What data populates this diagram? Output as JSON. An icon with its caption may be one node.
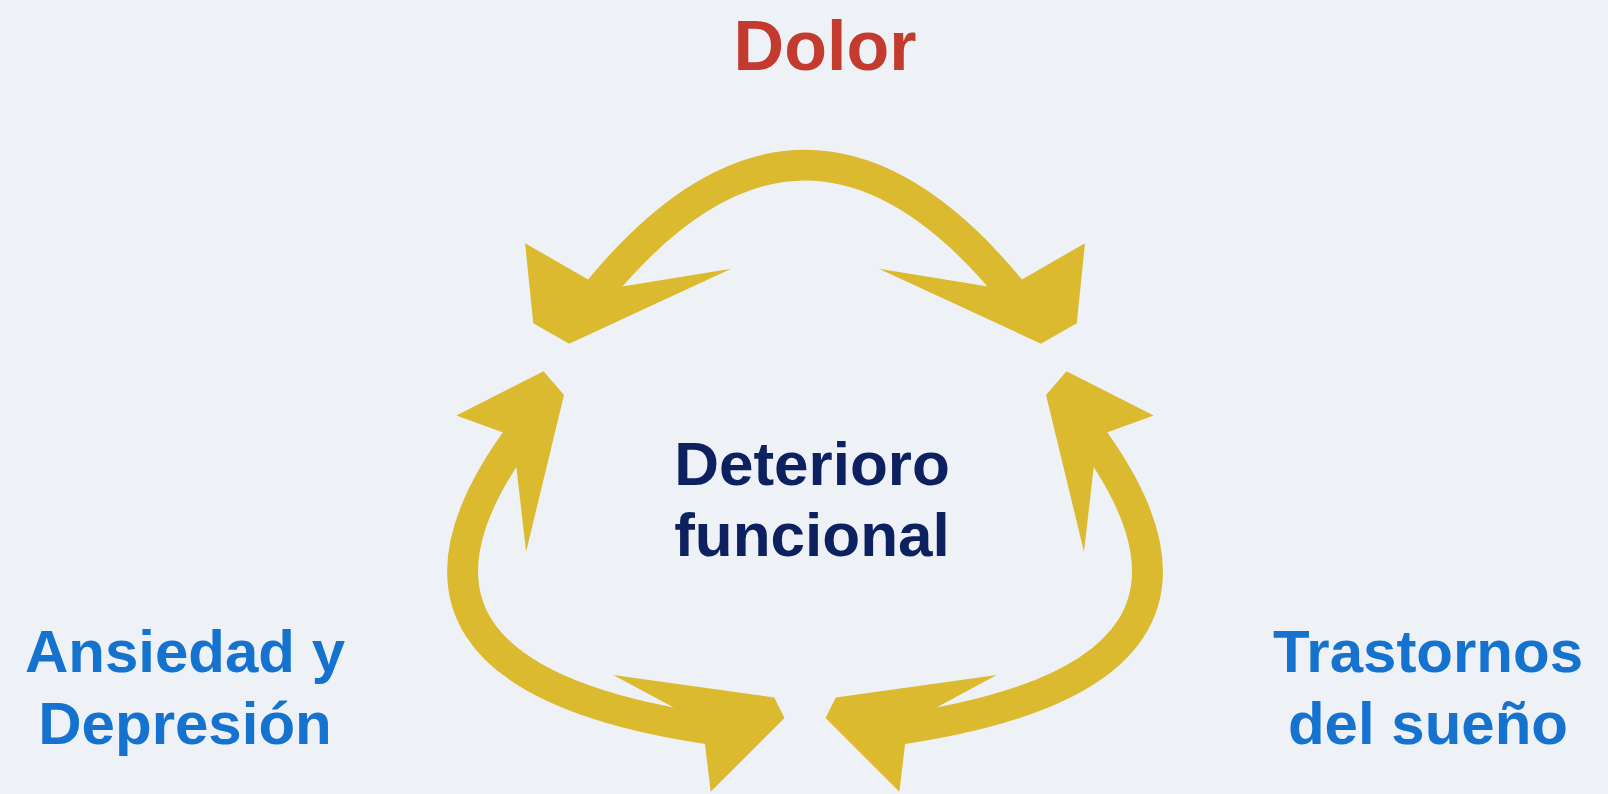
{
  "diagram": {
    "labels": [
      "Dolor",
      "Deterioro funcional",
      "Ansiedad y Depresión",
      "Trastornos del sueño"
    ]
  }
}
